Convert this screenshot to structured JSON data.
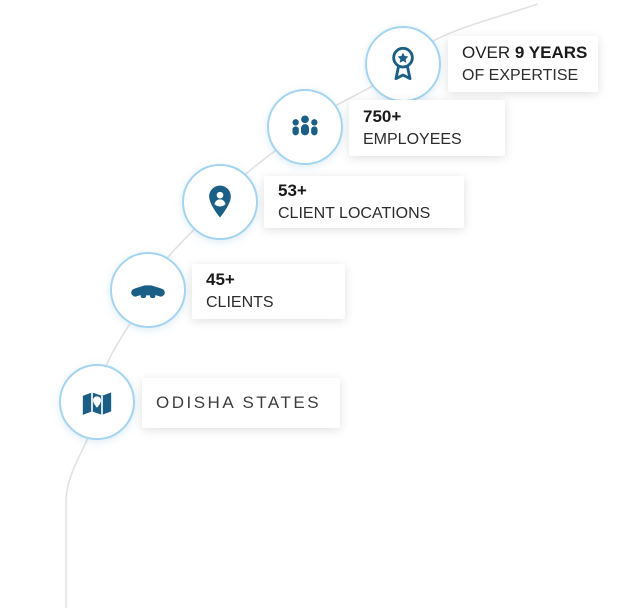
{
  "colors": {
    "icon": "#1b5e86",
    "circle_border": "#a5d4f0",
    "path_line": "#e2e2e2",
    "text": "#2c2c2c"
  },
  "items": [
    {
      "id": "expertise",
      "icon": "award-icon",
      "line1_prefix": "OVER ",
      "line1_bold": "9 YEARS",
      "line2": "OF EXPERTISE"
    },
    {
      "id": "employees",
      "icon": "people-icon",
      "line1_bold": "750+",
      "line2": "EMPLOYEES"
    },
    {
      "id": "client-locations",
      "icon": "person-pin-icon",
      "line1_bold": "53+",
      "line2": "CLIENT LOCATIONS"
    },
    {
      "id": "clients",
      "icon": "handshake-icon",
      "line1_bold": "45+",
      "line2": "CLIENTS"
    },
    {
      "id": "states",
      "icon": "map-icon",
      "line1": "ODISHA STATES"
    }
  ]
}
